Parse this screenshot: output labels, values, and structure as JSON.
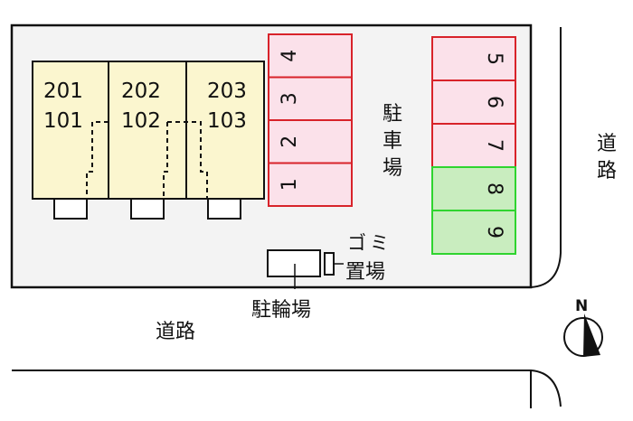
{
  "units": {
    "upper": [
      "201",
      "202",
      "203"
    ],
    "lower": [
      "101",
      "102",
      "103"
    ]
  },
  "parking_left": [
    "4",
    "3",
    "2",
    "1"
  ],
  "parking_right": [
    "5",
    "6",
    "7",
    "8",
    "9"
  ],
  "parking_label": [
    "駐",
    "車",
    "場"
  ],
  "road_right": [
    "道",
    "路"
  ],
  "road_bottom": "道路",
  "garbage_label": [
    "ゴミ",
    "置場"
  ],
  "bike_label": "駐輪場",
  "compass_label": "N",
  "colors": {
    "building": "#fbf6cf",
    "pink": "#fbe1ea",
    "pink_border": "#d8232a",
    "green": "#c9edbf",
    "green_border": "#2fd42f",
    "lot": "#f3f3f3"
  }
}
